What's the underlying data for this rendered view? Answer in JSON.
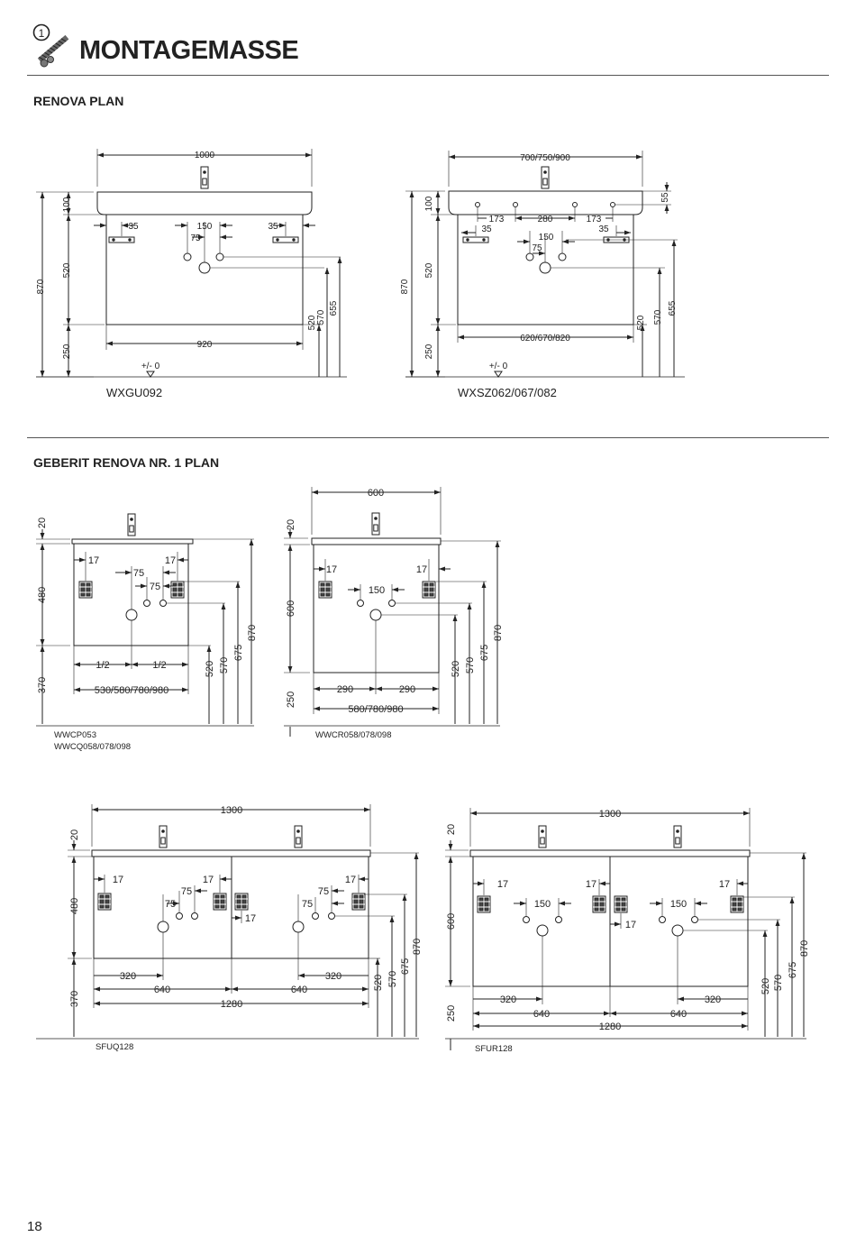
{
  "header": {
    "title": "MONTAGEMASSE",
    "icon": "wall-anchor-screw-icon"
  },
  "sections": {
    "renova_plan": {
      "title": "RENOVA PLAN"
    },
    "renova_nr1": {
      "title": "GEBERIT RENOVA NR. 1 PLAN"
    }
  },
  "page_number": "18",
  "drawings": {
    "wxgu": {
      "code": "WXGU092",
      "width": "1000",
      "h_basin": "100",
      "h_cab": "520",
      "h_total": "870",
      "h_floor": "250",
      "d35a": "35",
      "d35b": "35",
      "d150": "150",
      "d75": "75",
      "inner": "920",
      "v520": "520",
      "v570": "570",
      "v655": "655",
      "ref": "+/- 0"
    },
    "wxsz": {
      "code": "WXSZ062/067/082",
      "width": "700/750/900",
      "h_basin": "100",
      "h_cab": "520",
      "h_total": "870",
      "h_floor": "250",
      "d55": "55",
      "d173a": "173",
      "d280": "280",
      "d173b": "173",
      "d35a": "35",
      "d35b": "35",
      "d150": "150",
      "d75": "75",
      "inner": "620/670/820",
      "v520": "520",
      "v570": "570",
      "v655": "655",
      "ref": "+/- 0"
    },
    "wwcp": {
      "code1": "WWCP053",
      "code2": "WWCQ058/078/098",
      "h20": "20",
      "h480": "480",
      "h370": "370",
      "d17a": "17",
      "d17b": "17",
      "d75a": "75",
      "d75b": "75",
      "half1": "1/2",
      "half2": "1/2",
      "width": "530/580/780/980",
      "v520": "520",
      "v570": "570",
      "v675": "675",
      "v870": "870"
    },
    "wwcr": {
      "code": "WWCR058/078/098",
      "top": "600",
      "h20": "20",
      "h600": "600",
      "h250": "250",
      "d17a": "17",
      "d17b": "17",
      "d150": "150",
      "d290a": "290",
      "d290b": "290",
      "width": "580/780/980",
      "v520": "520",
      "v570": "570",
      "v675": "675",
      "v870": "870"
    },
    "sfuq": {
      "code": "SFUQ128",
      "top": "1300",
      "h20": "20",
      "h480": "480",
      "h370": "370",
      "d17a": "17",
      "d17b": "17",
      "d17c": "17",
      "d17d": "17",
      "d75a": "75",
      "d75b": "75",
      "d75c": "75",
      "d75d": "75",
      "d320a": "320",
      "d320b": "320",
      "d640a": "640",
      "d640b": "640",
      "width": "1280",
      "v520": "520",
      "v570": "570",
      "v675": "675",
      "v870": "870"
    },
    "sfur": {
      "code": "SFUR128",
      "top": "1300",
      "h20": "20",
      "h600": "600",
      "h250": "250",
      "d17a": "17",
      "d17b": "17",
      "d17c": "17",
      "d17d": "17",
      "d150a": "150",
      "d150b": "150",
      "d320a": "320",
      "d320b": "320",
      "d640a": "640",
      "d640b": "640",
      "width": "1280",
      "v520": "520",
      "v570": "570",
      "v675": "675",
      "v870": "870"
    }
  }
}
